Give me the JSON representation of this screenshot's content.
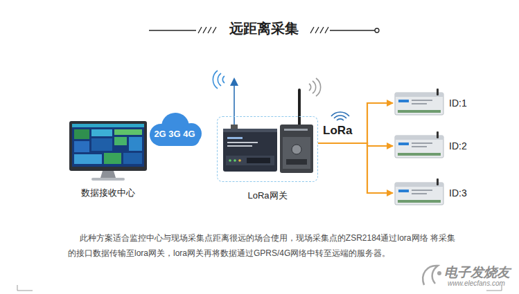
{
  "diagram": {
    "title": "远距离采集",
    "caption": "此种方案适合监控中心与现场采集点距离很远的场合使用，现场采集点的ZSR2184通过lora网络 将采集的接口数据传输至lora网关，lora网关再将数据通过GPRS/4G网络中转至远端的服务器。",
    "nodes": [
      {
        "text": [
          "数据接收中心"
        ]
      },
      {
        "text": [
          "2G 3G 4G"
        ]
      },
      {
        "text": [
          "LoRa网关"
        ]
      },
      {
        "text": [
          "ID:1"
        ]
      },
      {
        "text": [
          "ID:2"
        ]
      },
      {
        "text": [
          "ID:3"
        ]
      }
    ],
    "edges": [
      {
        "from": 2,
        "to": 3,
        "arrow": "to"
      },
      {
        "from": 2,
        "to": 4,
        "arrow": "to"
      },
      {
        "from": 2,
        "to": 5,
        "arrow": "to"
      }
    ],
    "labels": [
      "LoRa",
      "电子发烧友",
      "www.elecfans.com"
    ]
  }
}
